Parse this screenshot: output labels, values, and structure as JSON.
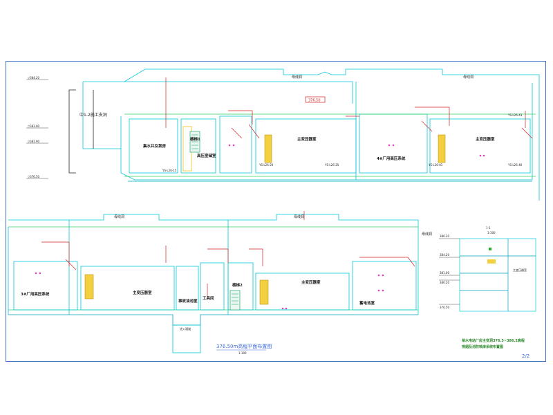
{
  "drawing": {
    "top_section": {
      "construction_branch": "中1-2施工支洞",
      "lift_shaft": "楼梯1",
      "elevation_box": "376.50",
      "rooms": {
        "hydraulic_pump": "集水井及泵房",
        "high_voltage_room": "高压室储室",
        "main_transformer_1": "主变压器室",
        "plant_4_hv": "4#厂用高压系统",
        "main_transformer_2": "主变压器室"
      },
      "corridors": [
        "母线洞",
        "母线洞"
      ]
    },
    "bottom_section": {
      "left_rooms": {
        "plant_3_hv": "3#厂用高压系统",
        "main_transformer_3": "主变压器室",
        "fire_equipment": "事故油池室",
        "tools": "工具间",
        "stair_2": "楼梯2",
        "main_transformer_4": "主变压器室",
        "battery": "蓄电池室",
        "shaft": "进入通道"
      },
      "corridors": [
        "母线洞",
        "母线洞",
        "母线洞"
      ],
      "plan_title": "376.50m高程平面布置图",
      "plan_scale": "1:100"
    },
    "section_view": {
      "title": "1-1",
      "scale": "1:100",
      "levels": [
        "386.20",
        "384.20",
        "381.00",
        "380.20",
        "376.50"
      ],
      "room": "主变压器室"
    },
    "title_block": {
      "line1": "某水电站厂房主变洞376.5~386.2高程",
      "line2": "排烟及消防喷淋系统布置图",
      "sheet": "2/2"
    },
    "elevation_marks": [
      "▽384.20",
      "▽383.00",
      "▽381.90",
      "▽376.50"
    ],
    "equipment_tags": [
      "YS-L26-15",
      "YS-L26-20",
      "YS-L26-25",
      "YS-L26-01",
      "YS-L26-40",
      "YS-L26-43"
    ]
  }
}
